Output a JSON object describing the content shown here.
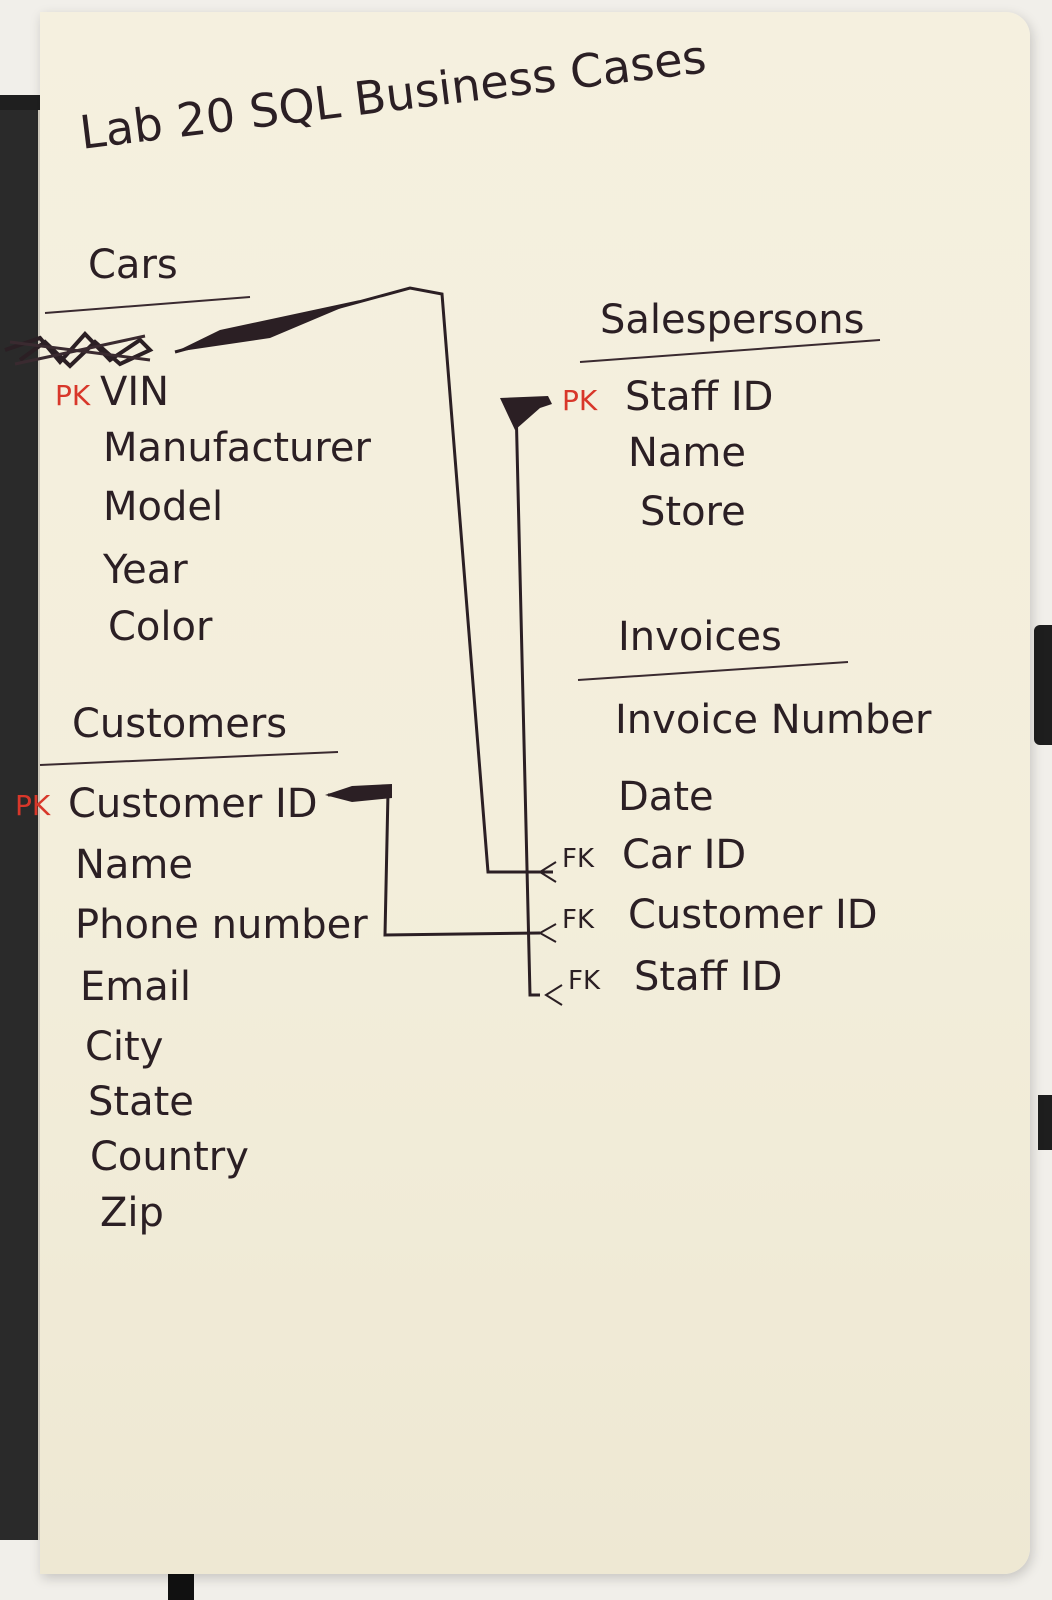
{
  "title": "Lab 20 SQL Business Cases",
  "colors": {
    "ink": "#2b1f24",
    "key_marker": "#d8372a",
    "paper": "#f3eedb"
  },
  "tables": {
    "cars": {
      "name": "Cars",
      "pk_label": "PK",
      "fields": [
        "VIN",
        "Manufacturer",
        "Model",
        "Year",
        "Color"
      ]
    },
    "customers": {
      "name": "Customers",
      "pk_label": "PK",
      "fields": [
        "Customer ID",
        "Name",
        "Phone number",
        "Email",
        "City",
        "State",
        "Country",
        "Zip"
      ]
    },
    "salespersons": {
      "name": "Salespersons",
      "pk_label": "PK",
      "fields": [
        "Staff ID",
        "Name",
        "Store"
      ]
    },
    "invoices": {
      "name": "Invoices",
      "fk_label": "FK",
      "fields": [
        "Invoice Number",
        "Date",
        "Car ID",
        "Customer ID",
        "Staff ID"
      ]
    }
  }
}
